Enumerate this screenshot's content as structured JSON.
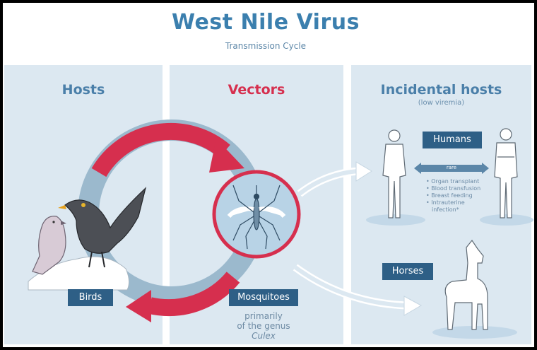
{
  "title": "West Nile Virus",
  "subtitle": "Transmission Cycle",
  "columns": {
    "hosts": "Hosts",
    "vectors": "Vectors",
    "incidental": "Incidental hosts",
    "incidental_note": "(low viremia)"
  },
  "labels": {
    "birds": "Birds",
    "mosquitoes": "Mosquitoes",
    "genus_line1": "primarily",
    "genus_line2": "of the genus",
    "genus_name": "Culex",
    "humans": "Humans",
    "rare": "rare",
    "horses": "Horses"
  },
  "human_transmission": [
    "• Organ transplant",
    "• Blood transfusion",
    "• Breast feeding",
    "• Intrauterine",
    "infection*"
  ],
  "colors": {
    "title_blue": "#3b7fae",
    "vector_red": "#d62f4e",
    "panel_bg": "#dce8f1",
    "label_box": "#2e5f86",
    "ring_blue": "#9bb9cd"
  },
  "icons": [
    "songbird-icon",
    "blackbird-icon",
    "mosquito-icon",
    "human-icon",
    "horse-icon"
  ]
}
